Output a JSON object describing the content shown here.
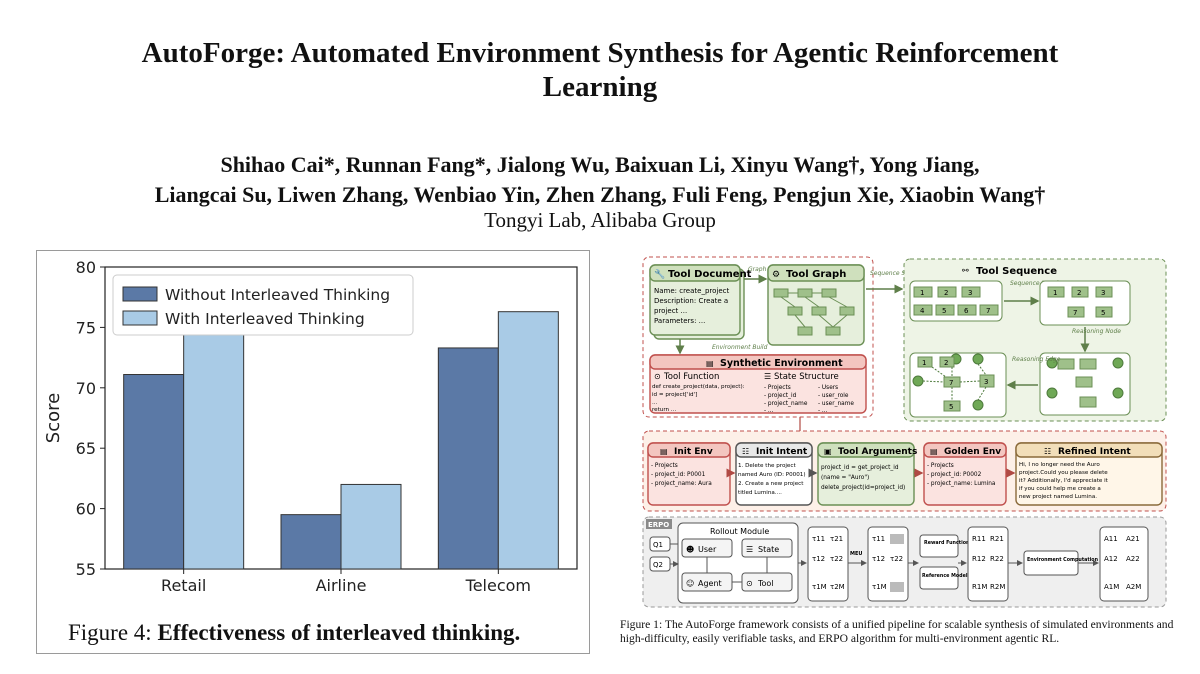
{
  "paper": {
    "title_line1": "AutoForge: Automated Environment Synthesis for Agentic Reinforcement",
    "title_line2": "Learning",
    "authors_line1": "Shihao Cai*, Runnan Fang*, Jialong Wu, Baixuan Li, Xinyu Wang†, Yong Jiang,",
    "authors_line2": "Liangcai Su, Liwen Zhang, Wenbiao Yin, Zhen Zhang, Fuli Feng, Pengjun Xie, Xiaobin Wang†",
    "affiliation": "Tongyi Lab, Alibaba Group"
  },
  "figure4": {
    "caption_prefix": "Figure 4:",
    "caption_bold": "Effectiveness of interleaved thinking."
  },
  "chart_data": {
    "type": "bar",
    "categories": [
      "Retail",
      "Airline",
      "Telecom"
    ],
    "series": [
      {
        "name": "Without Interleaved Thinking",
        "values": [
          71.1,
          59.5,
          73.3
        ],
        "color": "#5b79a6"
      },
      {
        "name": "With Interleaved Thinking",
        "values": [
          74.8,
          62.0,
          76.3
        ],
        "color": "#a9cbe6"
      }
    ],
    "ylabel": "Score",
    "ylim": [
      55,
      80
    ],
    "yticks": [
      "55",
      "60",
      "65",
      "70",
      "75",
      "80"
    ],
    "legend": "top-left",
    "grid": false
  },
  "figure1": {
    "caption": "Figure 1: The AutoForge framework consists of a unified pipeline for scalable synthesis of simulated environments and high-difficulty, easily verifiable tasks, and ERPO algorithm for multi-environment agentic RL.",
    "tool_document": {
      "title": "Tool Document",
      "lines": [
        "Name: create_project",
        "Description: Create a",
        "project ...",
        "Parameters: ..."
      ]
    },
    "graph_build": "Graph Build",
    "environment_build": "Environment Build",
    "tool_graph": {
      "title": "Tool Graph"
    },
    "sequence_sampling": "Sequence Sampling",
    "tool_sequence": {
      "title": "Tool Sequence",
      "row1": [
        "1",
        "2",
        "3"
      ],
      "row2": [
        "4",
        "5",
        "6",
        "7"
      ],
      "merged1": [
        "1",
        "2",
        "3"
      ],
      "merged2": [
        "7",
        "5"
      ],
      "graph_nodes": [
        "1",
        "2",
        "3",
        "7",
        "5"
      ]
    },
    "sequence_merging": "Sequence Merging",
    "reasoning_node": "Reasoning Node",
    "reasoning_edge": "Reasoning Edge",
    "synthetic_env": {
      "title": "Synthetic Environment",
      "tool_function": "Tool Function",
      "code": [
        "def create_project(data, project):",
        "    id = project['id']",
        "    ...",
        "    return ..."
      ],
      "state_structure": "State Structure",
      "state_left": [
        "- Projects",
        "  - project_id",
        "  - project_name",
        "  - ..."
      ],
      "state_right": [
        "- Users",
        "  - user_role",
        "  - user_name",
        "  - ..."
      ]
    },
    "init_env": {
      "title": "Init Env",
      "lines": [
        "- Projects",
        "  - project_id: P0001",
        "  - project_name: Aura"
      ]
    },
    "init_intent": {
      "title": "Init Intent",
      "lines": [
        "1. Delete the project",
        "named Auro (ID: P0001)",
        "2. Create a new project",
        "titled Lumina...."
      ]
    },
    "tool_arguments": {
      "title": "Tool Arguments",
      "lines": [
        "project_id = get_project_id",
        "(name = \"Auro\")",
        "delete_project(id=project_id)"
      ]
    },
    "golden_env": {
      "title": "Golden Env",
      "lines": [
        "- Projects",
        "  - project_id: P0002",
        "  - project_name: Lumina"
      ]
    },
    "refined_intent": {
      "title": "Refined Intent",
      "lines": [
        "Hi, I no longer need the Auro",
        "project.Could you please delete",
        "it? Additionally, I'd appreciate it",
        "if you could help me create a",
        "new project named Lumina."
      ]
    },
    "erpo": {
      "label": "ERPO",
      "rollout_module": "Rollout Module",
      "user": "User",
      "state": "State",
      "agent": "Agent",
      "tool": "Tool",
      "q1": "Q1",
      "q2": "Q2",
      "meu": "MEU",
      "reward_function": "Reward Function",
      "reference_model": "Reference Model",
      "environment_computation": "Environment Computation",
      "tau": [
        "τ11",
        "τ21",
        "τ12",
        "τ22",
        "τ1M",
        "τ2M"
      ],
      "r": [
        "R11",
        "R21",
        "R12",
        "R22",
        "R1M",
        "R2M"
      ],
      "a": [
        "A11",
        "A21",
        "A12",
        "A22",
        "A1M",
        "A2M"
      ]
    },
    "colors": {
      "green": "#6b8f55",
      "green_light": "#e6efdc",
      "red": "#c0504d",
      "red_light": "#fbe3e0",
      "gray": "#9a9a9a",
      "gray_light": "#ececec"
    }
  }
}
